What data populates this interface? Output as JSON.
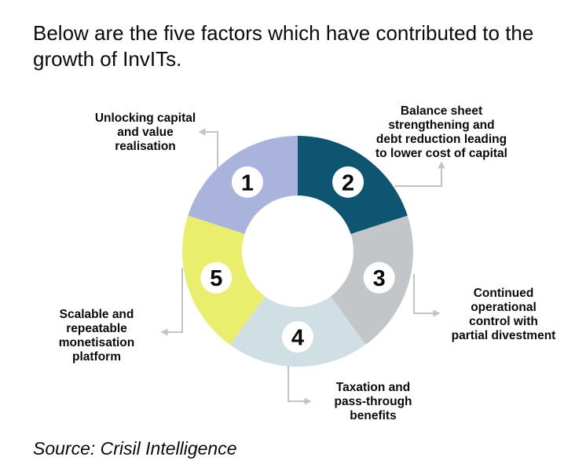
{
  "title": "Below are the five factors which have contributed to the\ngrowth of InvITs.",
  "source": "Source: Crisil Intelligence",
  "chart_data": {
    "type": "pie",
    "subtype": "donut",
    "description": "Five factors which have contributed to the growth of InvITs",
    "direction": "clockwise",
    "start_angle_deg": 0,
    "legend_position": "around-chart",
    "badge_fill": "#ffffff",
    "badge_text_color": "#0a0a0a",
    "connector_color": "#c3c3c3",
    "segments": [
      {
        "number": "1",
        "value": 20,
        "start_deg": 288,
        "end_deg": 360,
        "color": "#aab3db",
        "label": "Unlocking capital\nand value\nrealisation"
      },
      {
        "number": "2",
        "value": 20,
        "start_deg": 0,
        "end_deg": 72,
        "color": "#0d5570",
        "label": "Balance sheet\nstrengthening and\ndebt reduction leading\nto lower cost of capital"
      },
      {
        "number": "3",
        "value": 20,
        "start_deg": 72,
        "end_deg": 144,
        "color": "#c3c6c9",
        "label": "Continued\noperational\ncontrol with\npartial divestment"
      },
      {
        "number": "4",
        "value": 20,
        "start_deg": 144,
        "end_deg": 216,
        "color": "#cfdfe4",
        "label": "Taxation and\npass-through\nbenefits"
      },
      {
        "number": "5",
        "value": 20,
        "start_deg": 216,
        "end_deg": 288,
        "color": "#e9ef6d",
        "label": "Scalable and\nrepeatable\nmonetisation\nplatform"
      }
    ]
  }
}
